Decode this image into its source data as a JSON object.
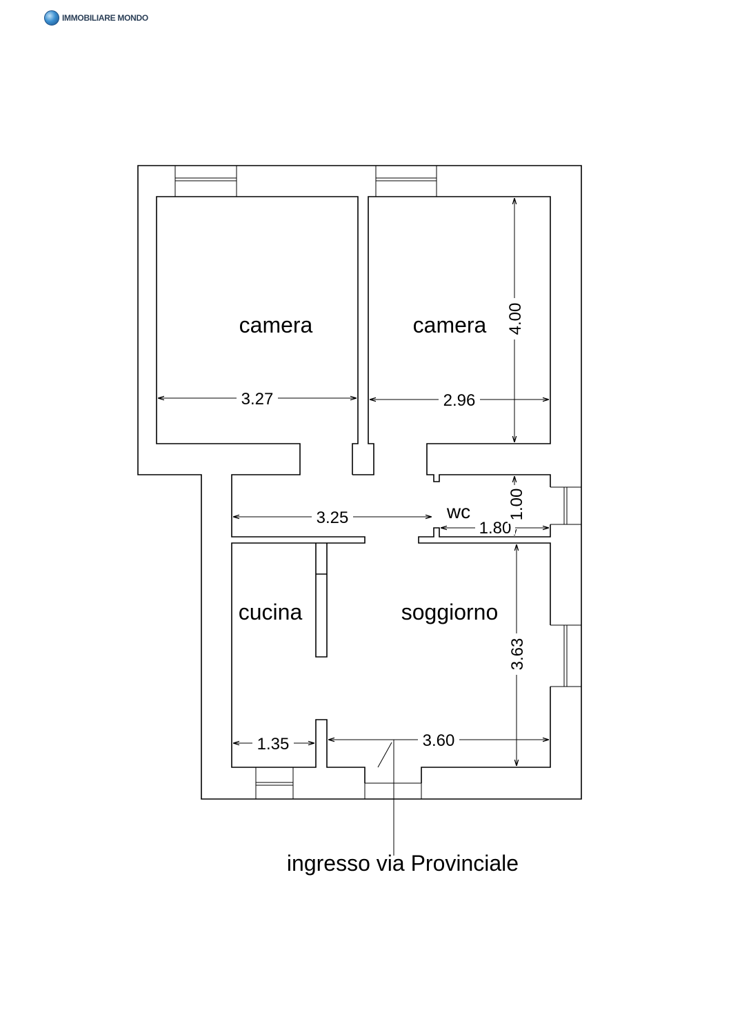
{
  "logo": {
    "text": "IMMOBILIARE MONDO",
    "icon": "globe-icon"
  },
  "rooms": {
    "camera_left": "camera",
    "camera_right": "camera",
    "wc": "wc",
    "cucina": "cucina",
    "soggiorno": "soggiorno"
  },
  "dimensions": {
    "camera_left_width": "3.27",
    "camera_right_width": "2.96",
    "camera_right_depth": "4.00",
    "corridor_width": "3.25",
    "wc_width": "1.80",
    "wc_depth": "1.00",
    "soggiorno_depth": "3.63",
    "cucina_width": "1.35",
    "soggiorno_width": "3.60"
  },
  "entrance_label": "ingresso via Provinciale"
}
